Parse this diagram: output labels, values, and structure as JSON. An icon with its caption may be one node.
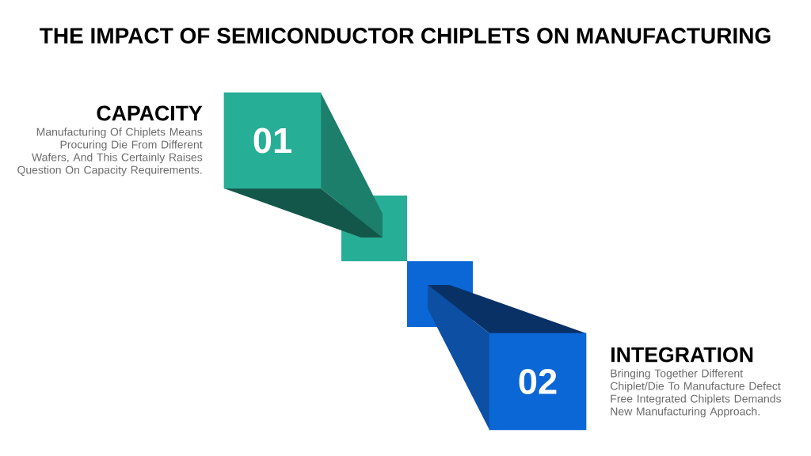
{
  "diagram": {
    "title": "THE IMPACT OF SEMICONDUCTOR CHIPLETS ON MANUFACTURING",
    "nodes": [
      {
        "text": [
          "01"
        ],
        "beside": [
          "CAPACITY",
          "Manufacturing Of Chiplets Means Procuring Die From Different Wafers, And This Certainly Raises Question On Capacity Requirements."
        ]
      },
      {
        "text": [
          "02"
        ],
        "beside": [
          "INTEGRATION",
          "Bringing Together Different Chiplet/Die To Manufacture Defect Free Integrated Chiplets Demands New Manufacturing Approach."
        ]
      }
    ]
  }
}
